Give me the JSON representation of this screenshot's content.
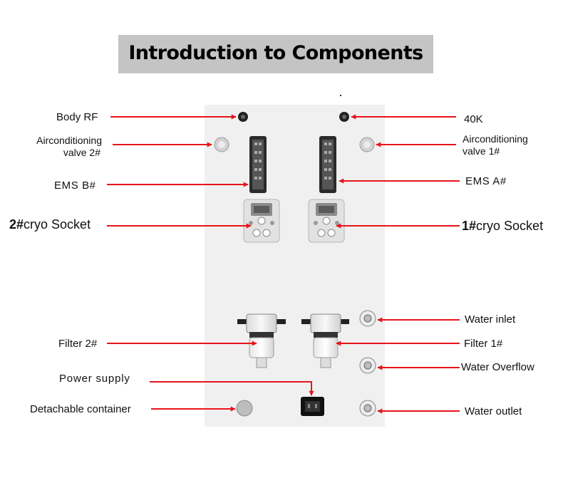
{
  "title": "Introduction to Components",
  "labels": {
    "body_rf": "Body RF",
    "k40": "40K",
    "ac_valve_2_line1": "Airconditioning",
    "ac_valve_2_line2": "valve 2#",
    "ac_valve_1_line1": "Airconditioning",
    "ac_valve_1_line2": "valve 1#",
    "ems_b": "EMS B#",
    "ems_a": "EMS A#",
    "cryo_2_prefix": "2#",
    "cryo_2_rest": "cryo Socket",
    "cryo_1_prefix": "1#",
    "cryo_1_rest": "cryo Socket",
    "water_inlet": "Water inlet",
    "filter_2": "Filter 2#",
    "filter_1": "Filter 1#",
    "power_supply": "Power supply",
    "water_overflow": "Water Overflow",
    "detachable_container": "Detachable container",
    "water_outlet": "Water outlet"
  },
  "colors": {
    "arrow": "#e8141c",
    "panel": "#f0f0f0",
    "banner": "#c4c4c4"
  }
}
